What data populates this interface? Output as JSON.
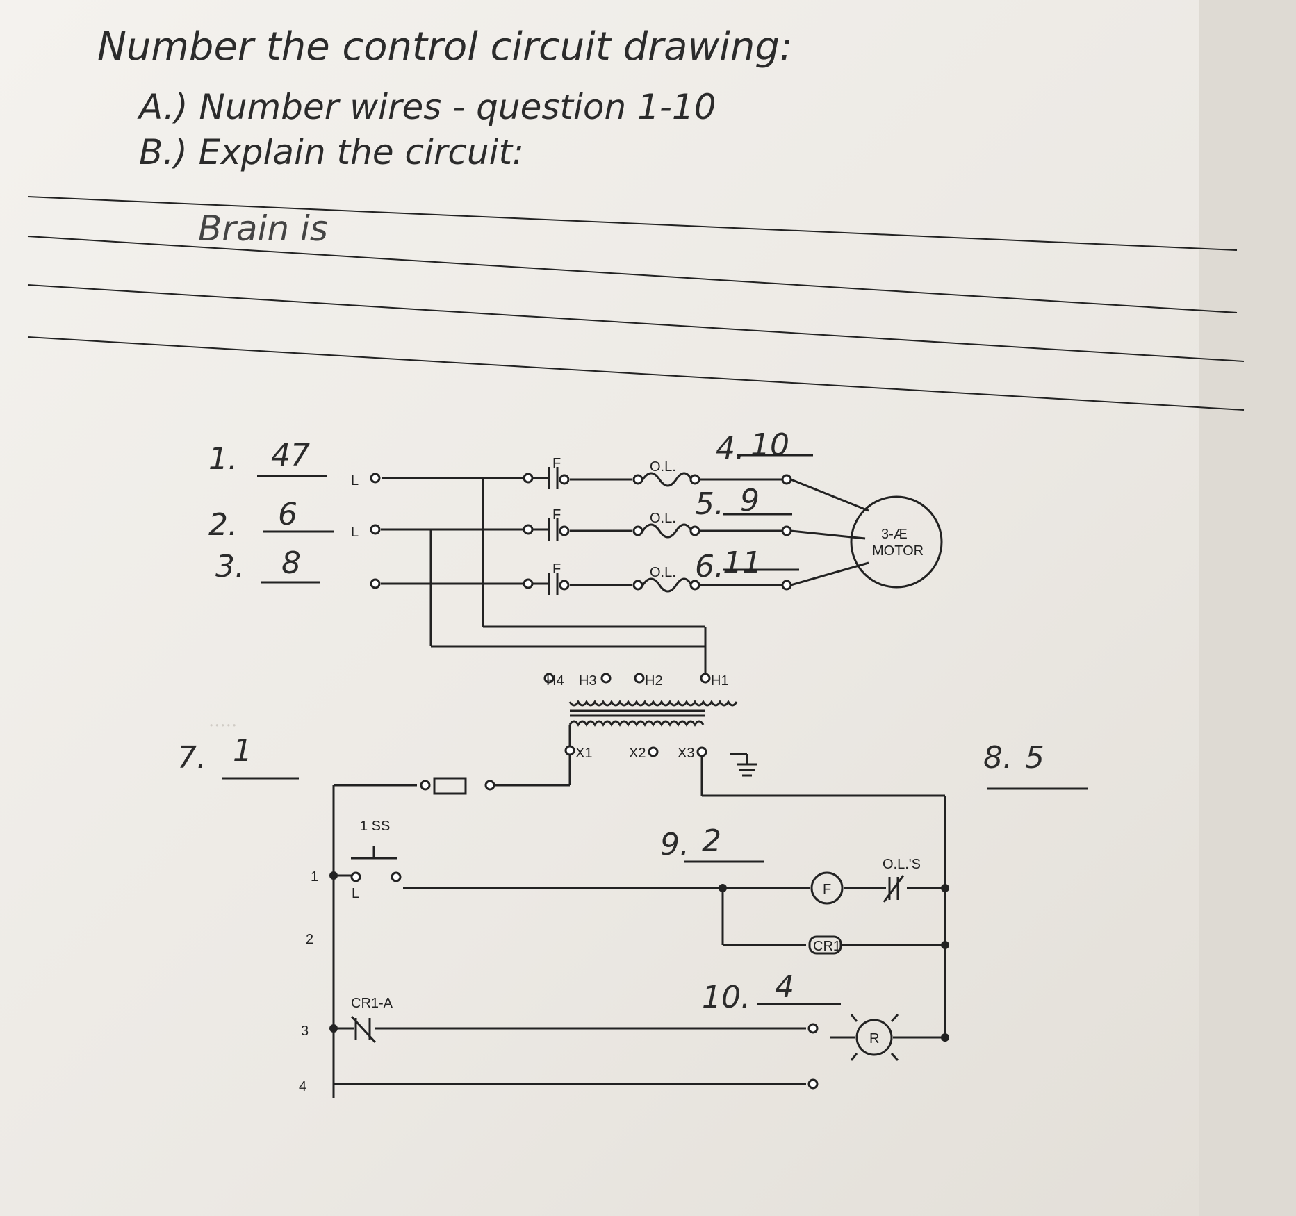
{
  "worksheet": {
    "title": "Number the control circuit drawing:",
    "part_a": "A.) Number wires - question 1-10",
    "part_b": "B.) Explain the circuit:",
    "explanation": "Brain is"
  },
  "answers": [
    {
      "q": "1.",
      "a": "47"
    },
    {
      "q": "2.",
      "a": "6"
    },
    {
      "q": "3.",
      "a": "8"
    },
    {
      "q": "4.",
      "a": "10"
    },
    {
      "q": "5.",
      "a": "9"
    },
    {
      "q": "6.",
      "a": "11"
    },
    {
      "q": "7.",
      "a": "1"
    },
    {
      "q": "8.",
      "a": "5"
    },
    {
      "q": "9.",
      "a": "2"
    },
    {
      "q": "10.",
      "a": "4"
    }
  ],
  "diagram": {
    "line_labels": [
      "L",
      "L"
    ],
    "contact_label": "F",
    "overload_label": "O.L.",
    "motor_label_1": "3-Æ",
    "motor_label_2": "MOTOR",
    "primary_terminals": [
      "H4",
      "H3",
      "H2",
      "H1"
    ],
    "secondary_terminals": [
      "X1",
      "X2",
      "X3"
    ],
    "selector_switch": "1 SS",
    "selector_position": "L",
    "coil_f": "F",
    "coil_cr1": "CR1",
    "overload_contacts": "O.L.'S",
    "cr_contact": "CR1-A",
    "lamp": "R",
    "rung_numbers": [
      "1",
      "2",
      "3",
      "4"
    ]
  }
}
